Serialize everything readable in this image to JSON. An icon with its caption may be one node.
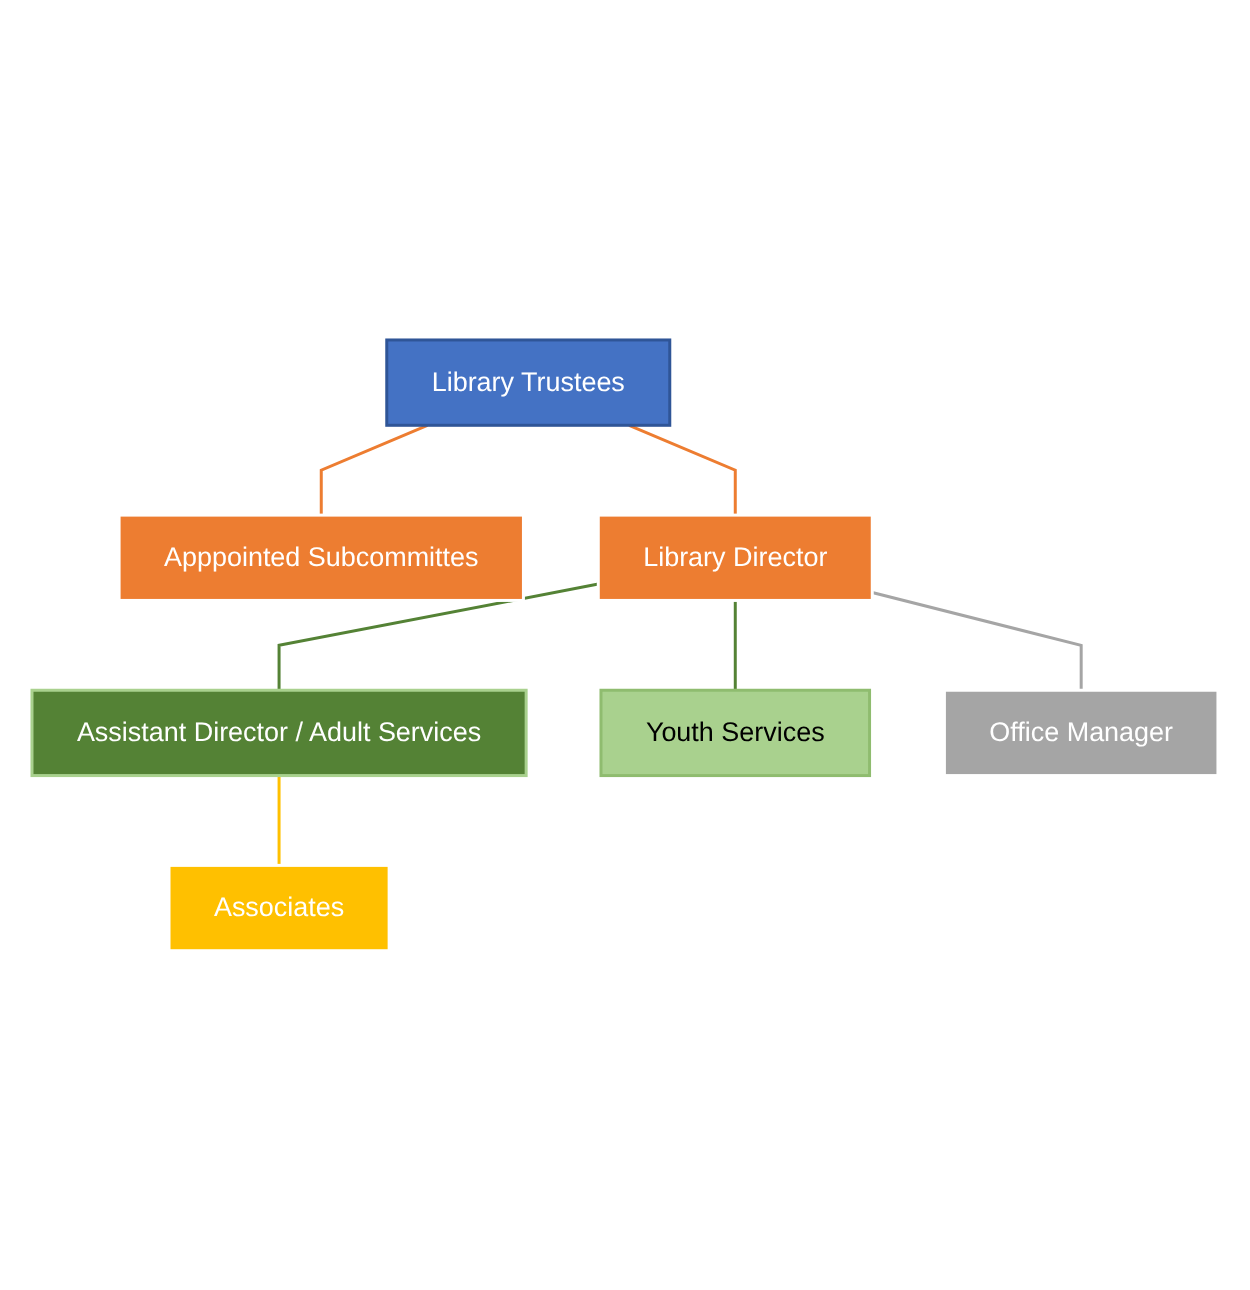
{
  "diagram": {
    "nodes": [
      {
        "text": [
          "Library Trustees"
        ]
      },
      {
        "text": [
          "Apppointed Subcommittes"
        ]
      },
      {
        "text": [
          "Library Director"
        ]
      },
      {
        "text": [
          "Assistant Director / Adult Services"
        ]
      },
      {
        "text": [
          "Youth Services"
        ]
      },
      {
        "text": [
          "Office Manager"
        ]
      },
      {
        "text": [
          "Associates"
        ]
      }
    ],
    "edges": [
      {
        "from": 0,
        "to": 1,
        "arrow": "none",
        "color": "#ed7d31"
      },
      {
        "from": 0,
        "to": 2,
        "arrow": "none",
        "color": "#ed7d31"
      },
      {
        "from": 2,
        "to": 3,
        "arrow": "none",
        "color": "#548235"
      },
      {
        "from": 2,
        "to": 4,
        "arrow": "none",
        "color": "#548235"
      },
      {
        "from": 2,
        "to": 5,
        "arrow": "none",
        "color": "#a5a5a5"
      },
      {
        "from": 3,
        "to": 6,
        "arrow": "none",
        "color": "#ffc000"
      }
    ]
  }
}
